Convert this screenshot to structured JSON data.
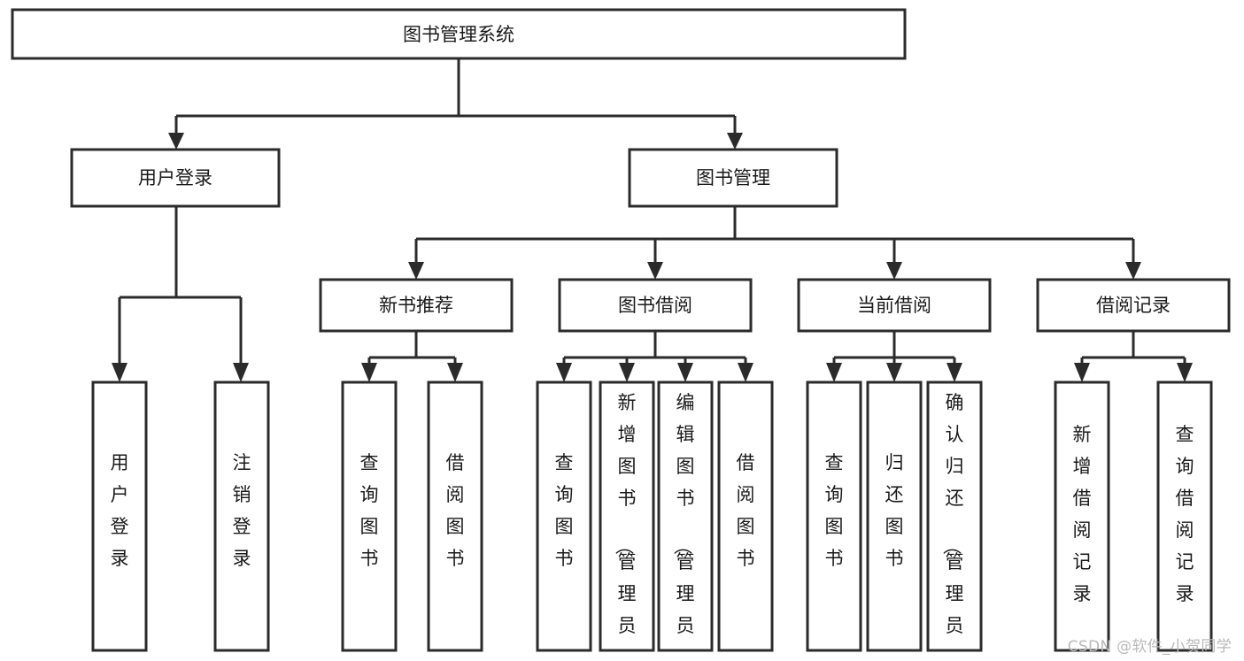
{
  "diagram": {
    "type": "tree-structure-chart",
    "title": "图书管理系统",
    "background_color": "#ffffff",
    "stroke_color": "#2b2b2b",
    "text_color": "#1a1a1a",
    "levels": {
      "root": {
        "label": "图书管理系统",
        "orientation": "horizontal"
      },
      "level2": [
        {
          "label": "用户登录",
          "orientation": "horizontal"
        },
        {
          "label": "图书管理",
          "orientation": "horizontal"
        }
      ],
      "level3": [
        {
          "label": "新书推荐",
          "orientation": "horizontal"
        },
        {
          "label": "图书借阅",
          "orientation": "horizontal"
        },
        {
          "label": "当前借阅",
          "orientation": "horizontal"
        },
        {
          "label": "借阅记录",
          "orientation": "horizontal"
        }
      ],
      "leaves": [
        {
          "label": "用户登录",
          "orientation": "vertical",
          "parent": "用户登录"
        },
        {
          "label": "注销登录",
          "orientation": "vertical",
          "parent": "用户登录"
        },
        {
          "label": "查询图书",
          "orientation": "vertical",
          "parent": "新书推荐"
        },
        {
          "label": "借阅图书",
          "orientation": "vertical",
          "parent": "新书推荐"
        },
        {
          "label": "查询图书",
          "orientation": "vertical",
          "parent": "图书借阅"
        },
        {
          "label": "新增图书（管理员）",
          "orientation": "vertical",
          "parent": "图书借阅"
        },
        {
          "label": "编辑图书（管理员）",
          "orientation": "vertical",
          "parent": "图书借阅"
        },
        {
          "label": "借阅图书",
          "orientation": "vertical",
          "parent": "图书借阅"
        },
        {
          "label": "查询图书",
          "orientation": "vertical",
          "parent": "当前借阅"
        },
        {
          "label": "归还图书",
          "orientation": "vertical",
          "parent": "当前借阅"
        },
        {
          "label": "确认归还（管理员）",
          "orientation": "vertical",
          "parent": "当前借阅"
        },
        {
          "label": "新增借阅记录",
          "orientation": "vertical",
          "parent": "借阅记录"
        },
        {
          "label": "查询借阅记录",
          "orientation": "vertical",
          "parent": "借阅记录"
        }
      ]
    }
  },
  "watermark": {
    "text": "CSDN @软件_小贺同学"
  }
}
